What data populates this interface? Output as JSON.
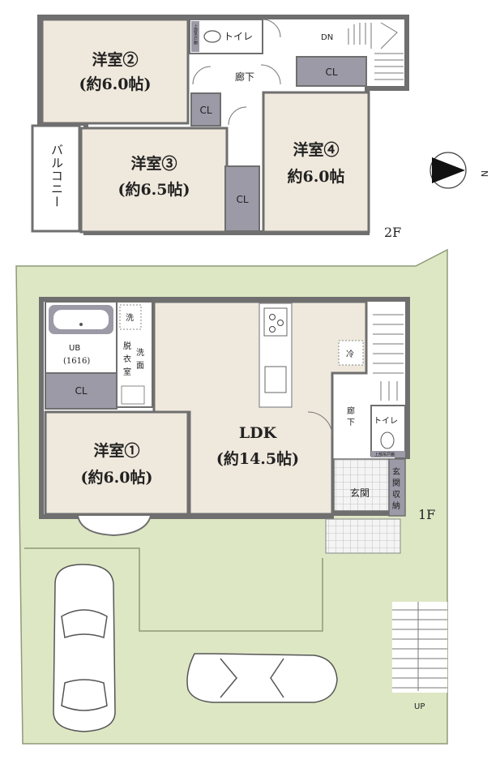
{
  "colors": {
    "room": "#efe8dc",
    "closet": "#9b9aa6",
    "lot": "#dde7c4",
    "wall": "#6f6f6f",
    "hall": "#ffffff",
    "text": "#222222"
  },
  "floor2": {
    "level_label": "2F",
    "rooms": [
      {
        "name": "洋室②",
        "size": "(約6.0帖)"
      },
      {
        "name": "洋室③",
        "size": "(約6.5帖)"
      },
      {
        "name": "洋室④",
        "size": "約6.0帖"
      }
    ],
    "balcony": "バルコニー",
    "toilet": "トイレ",
    "toilet_shelf": "上部吊戸棚",
    "hall": "廊下",
    "stair_down": "DN",
    "closet_label": "CL",
    "compass_north": "N"
  },
  "floor1": {
    "level_label": "1F",
    "ldk": {
      "name": "LDK",
      "size": "(約14.5帖)"
    },
    "room1": {
      "name": "洋室①",
      "size": "(約6.0帖)"
    },
    "bath": {
      "name": "UB",
      "size": "(1616)"
    },
    "washroom": [
      "脱",
      "衣",
      "室"
    ],
    "wash_basin": [
      "洗",
      "面"
    ],
    "washer": "洗",
    "fridge": "冷",
    "closet_label": "CL",
    "hall": [
      "廊",
      "下"
    ],
    "toilet": "トイレ",
    "toilet_shelf": "上部吊戸棚",
    "entrance": "玄関",
    "entrance_storage": [
      "玄",
      "関",
      "収",
      "納"
    ],
    "stair_up": "UP",
    "outside_up": "UP"
  }
}
